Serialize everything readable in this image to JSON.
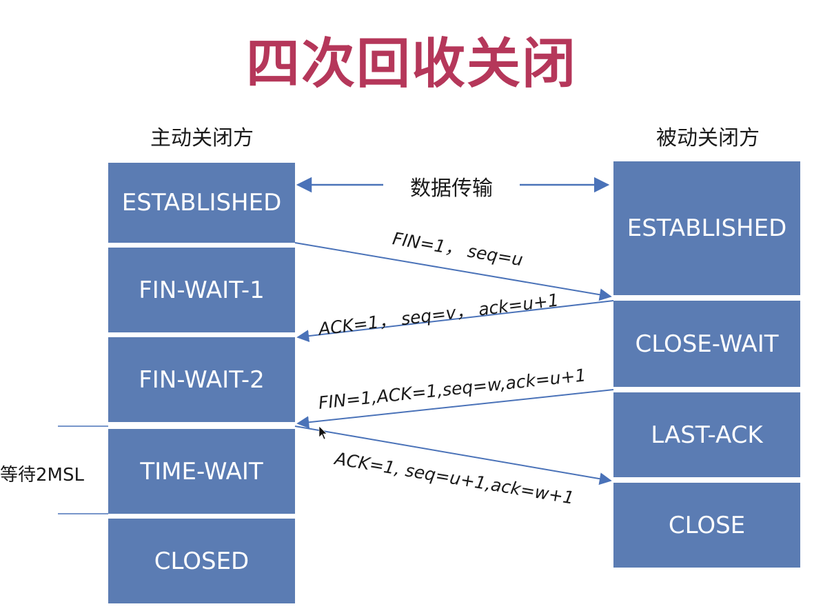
{
  "title": "四次回收关闭",
  "left_party": "主动关闭方",
  "right_party": "被动关闭方",
  "data_transfer": "数据传输",
  "wait_note": "等待2MSL",
  "left_states": [
    "ESTABLISHED",
    "FIN-WAIT-1",
    "FIN-WAIT-2",
    "TIME-WAIT",
    "CLOSED"
  ],
  "right_states": [
    "ESTABLISHED",
    "CLOSE-WAIT",
    "LAST-ACK",
    "CLOSE"
  ],
  "messages": [
    "FIN=1， seq=u",
    "ACK=1， seq=v， ack=u+1",
    "FIN=1,ACK=1,seq=w,ack=u+1",
    "ACK=1, seq=u+1,ack=w+1"
  ],
  "colors": {
    "box": "#5b7cb3",
    "arrow": "#4a72b8",
    "title": "#b5375a"
  }
}
